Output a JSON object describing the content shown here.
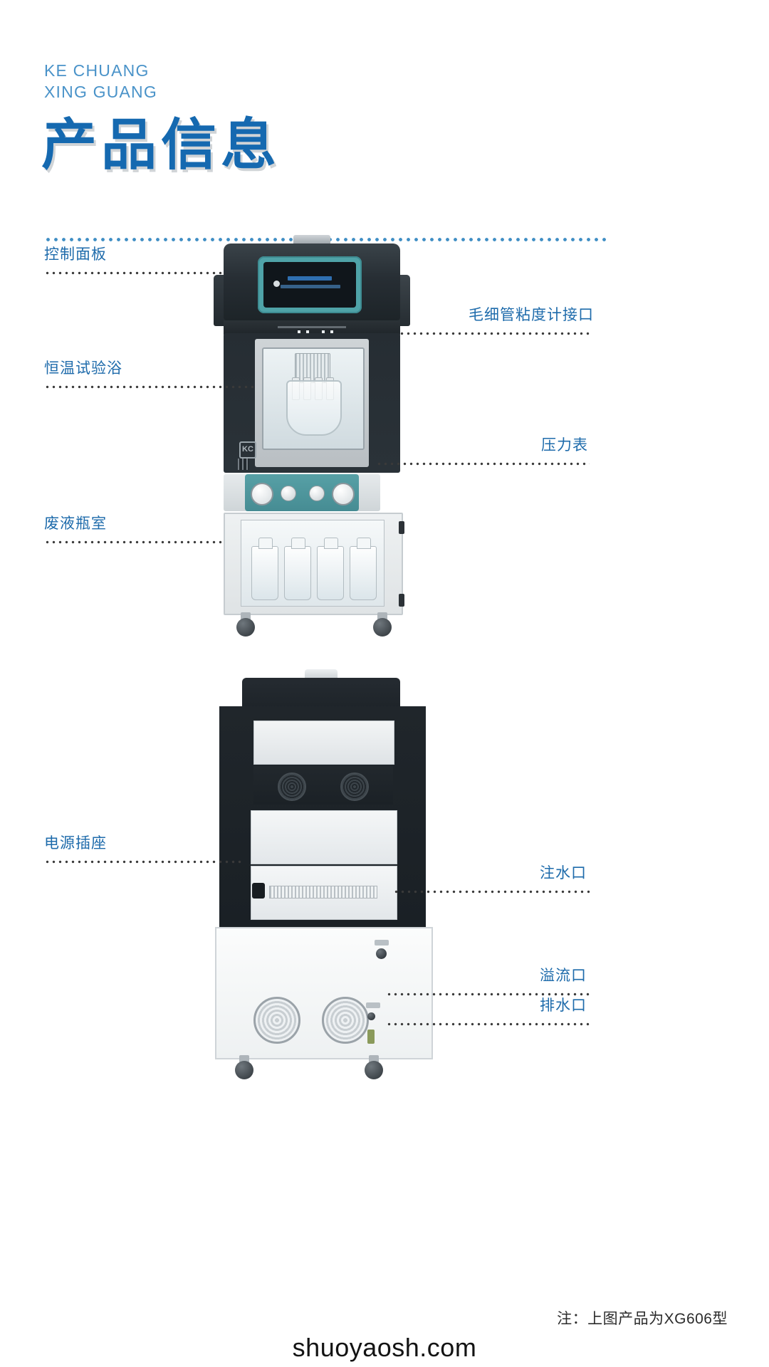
{
  "header": {
    "brand_line1": "KE CHUANG",
    "brand_line2": "XING GUANG",
    "title": "产品信息",
    "accent_color": "#1569b0",
    "brand_color": "#4a93c9"
  },
  "products": {
    "front_view": {
      "callouts_left": [
        {
          "label": "控制面板"
        },
        {
          "label": "恒温试验浴"
        },
        {
          "label": "废液瓶室"
        }
      ],
      "callouts_right": [
        {
          "label": "毛细管粘度计接口"
        },
        {
          "label": "压力表"
        }
      ]
    },
    "rear_view": {
      "callouts_left": [
        {
          "label": "电源插座"
        }
      ],
      "callouts_right": [
        {
          "label": "注水口"
        },
        {
          "label": "溢流口"
        },
        {
          "label": "排水口"
        }
      ]
    }
  },
  "footer": {
    "note": "注：上图产品为XG606型",
    "website": "shuoyaosh.com"
  }
}
